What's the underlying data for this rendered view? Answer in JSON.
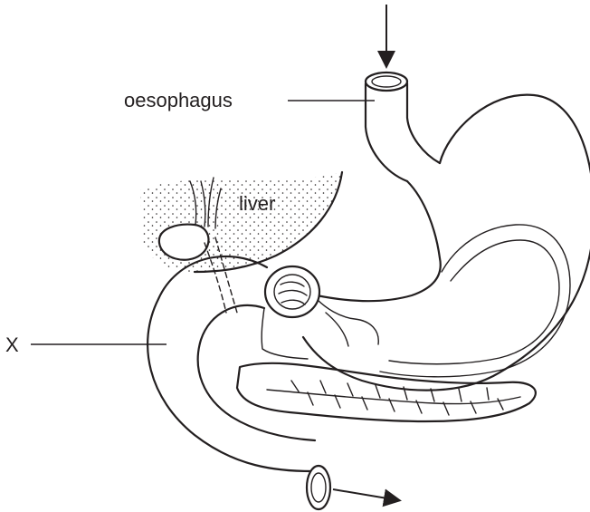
{
  "labels": {
    "oesophagus": "oesophagus",
    "liver": "liver",
    "x": "X"
  }
}
